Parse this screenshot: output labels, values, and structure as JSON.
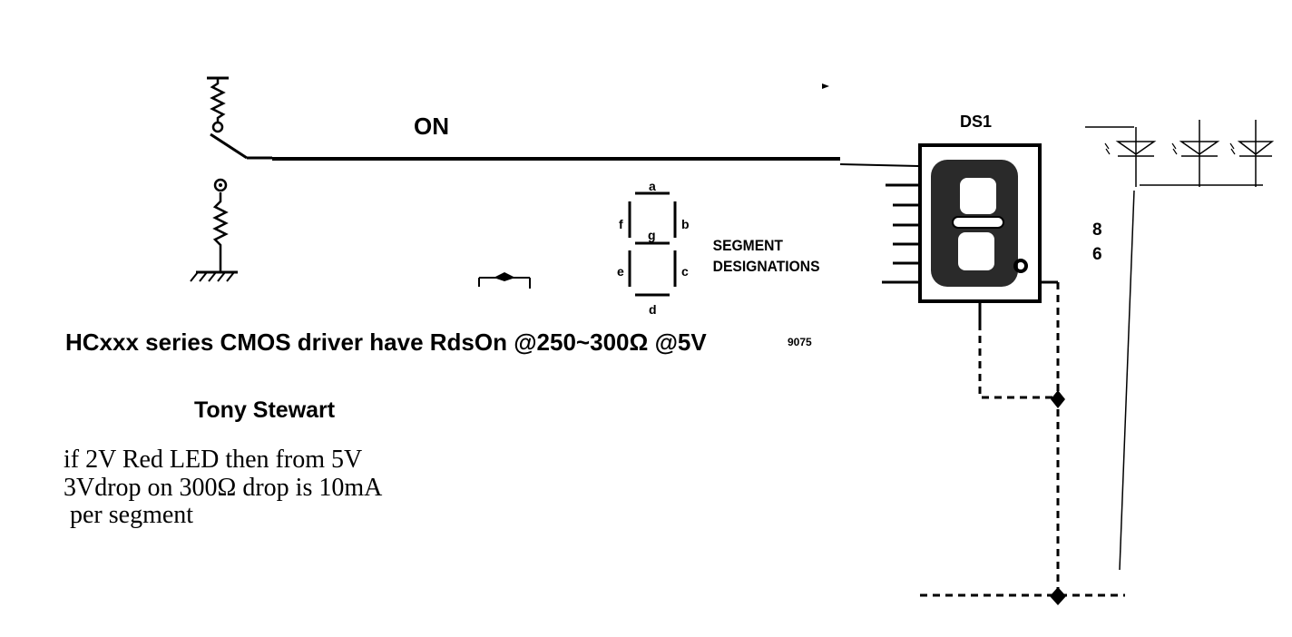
{
  "switch_label": "ON",
  "display": {
    "ref": "DS1",
    "pin_labels": [
      "8",
      "6"
    ]
  },
  "segment_key": {
    "letters": [
      "a",
      "b",
      "c",
      "d",
      "e",
      "f",
      "g"
    ],
    "caption_line1": "SEGMENT",
    "caption_line2": "DESIGNATIONS",
    "code": "9075"
  },
  "note_title": "HCxxx series CMOS driver have RdsOn @250~300Ω  @5V",
  "author": "Tony Stewart",
  "calc_lines": [
    "if 2V Red LED then from 5V",
    "3Vdrop on 300Ω drop is 10mA",
    " per segment"
  ]
}
